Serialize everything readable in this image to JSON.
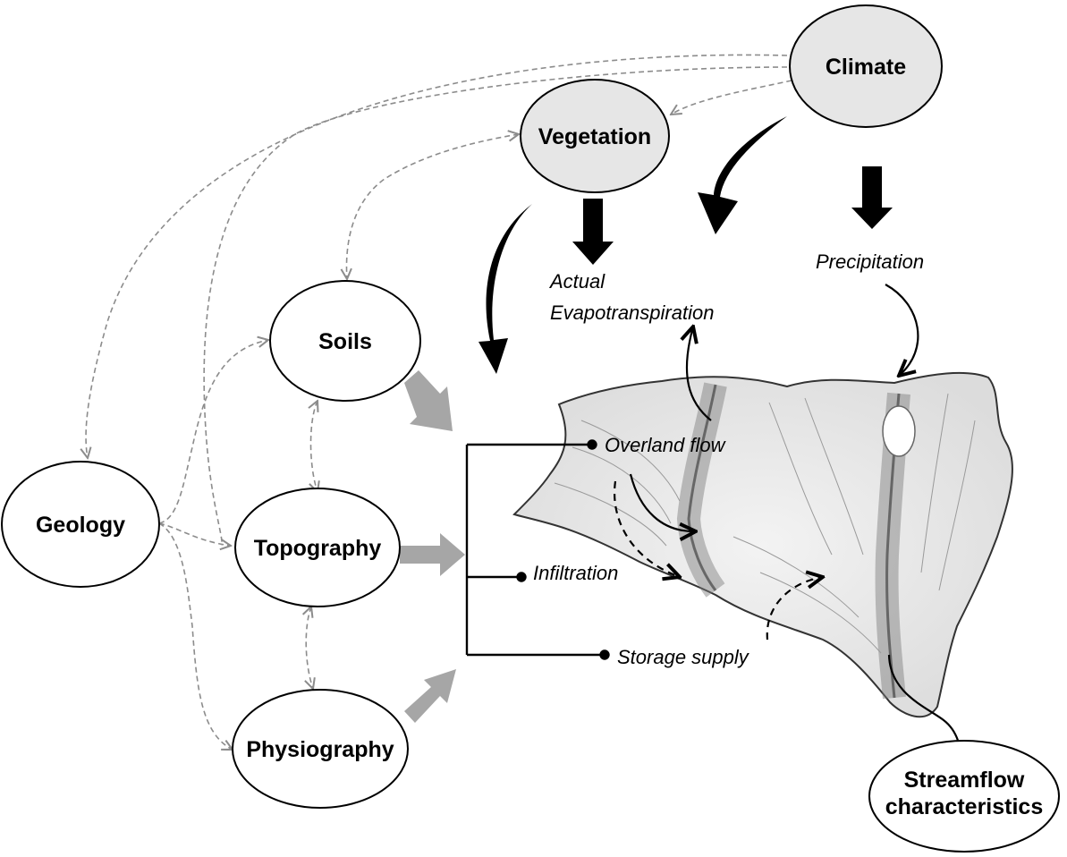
{
  "nodes": {
    "climate": "Climate",
    "vegetation": "Vegetation",
    "soils": "Soils",
    "geology": "Geology",
    "topography": "Topography",
    "physiography": "Physiography",
    "streamflow_line1": "Streamflow",
    "streamflow_line2": "characteristics"
  },
  "labels": {
    "precipitation": "Precipitation",
    "actual_et_line1": "Actual",
    "actual_et_line2": "Evapotranspiration",
    "overland_flow": "Overland flow",
    "infiltration": "Infiltration",
    "storage_supply": "Storage supply"
  },
  "colors": {
    "node_fill_shaded": "#e6e6e6",
    "node_fill_plain": "#ffffff",
    "dashed_link": "#8c8c8c",
    "wide_arrow": "#a6a6a6",
    "ink": "#000000"
  }
}
